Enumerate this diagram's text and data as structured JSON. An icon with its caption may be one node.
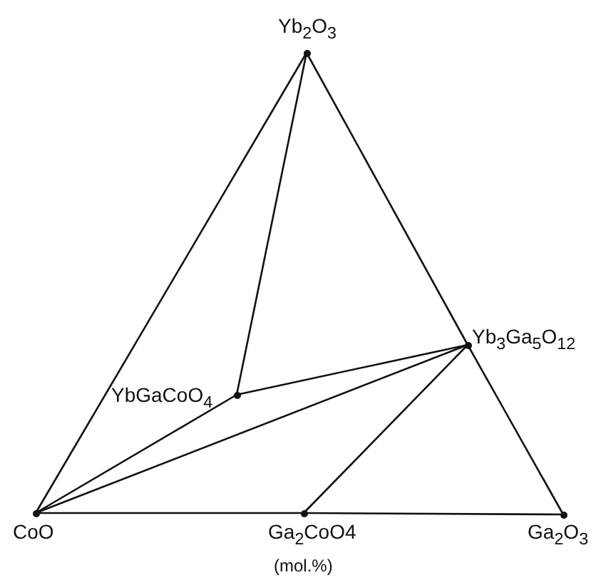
{
  "diagram": {
    "nodes": [
      {
        "text": [
          "Yb$_{2}$O$_{3}$"
        ]
      },
      {
        "text": [
          "Yb$_{3}$Ga$_{5}$O$_{12}$"
        ]
      },
      {
        "text": [
          "YbGaCoO$_{4}$"
        ]
      },
      {
        "text": [
          "CoO"
        ]
      },
      {
        "text": [
          "Ga$_{2}$CoO4"
        ]
      },
      {
        "text": [
          "Ga$_{2}$O$_{3}$"
        ]
      }
    ],
    "edges": [
      {
        "from": 0,
        "to": 3,
        "arrow": "none"
      },
      {
        "from": 0,
        "to": 1,
        "arrow": "none"
      },
      {
        "from": 1,
        "to": 5,
        "arrow": "none"
      },
      {
        "from": 3,
        "to": 4,
        "arrow": "none"
      },
      {
        "from": 4,
        "to": 5,
        "arrow": "none"
      },
      {
        "from": 0,
        "to": 2,
        "arrow": "none"
      },
      {
        "from": 2,
        "to": 1,
        "arrow": "none"
      },
      {
        "from": 3,
        "to": 2,
        "arrow": "none"
      },
      {
        "from": 3,
        "to": 1,
        "arrow": "none"
      },
      {
        "from": 4,
        "to": 1,
        "arrow": "none"
      }
    ],
    "labels": [
      "(mol.%)"
    ]
  }
}
